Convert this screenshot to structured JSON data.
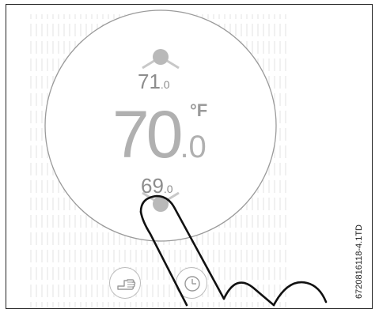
{
  "thermostat": {
    "unit": "°F",
    "current_temp": {
      "integer": "70",
      "decimal": ".0"
    },
    "upper_setpoint": {
      "integer": "71",
      "decimal": ".0"
    },
    "lower_setpoint": {
      "integer": "69",
      "decimal": ".0"
    }
  },
  "buttons": [
    {
      "name": "manual-mode-button",
      "icon": "hand-icon"
    },
    {
      "name": "schedule-mode-button",
      "icon": "clock-icon"
    }
  ],
  "figure_code": "6720816118-4.1TD",
  "colors": {
    "frame": "#222222",
    "dial_outline": "#9a9a9a",
    "handle": "#b9b9b9",
    "temperature_text": "#b0b0b0",
    "background_pattern": "#f3f3f3"
  }
}
